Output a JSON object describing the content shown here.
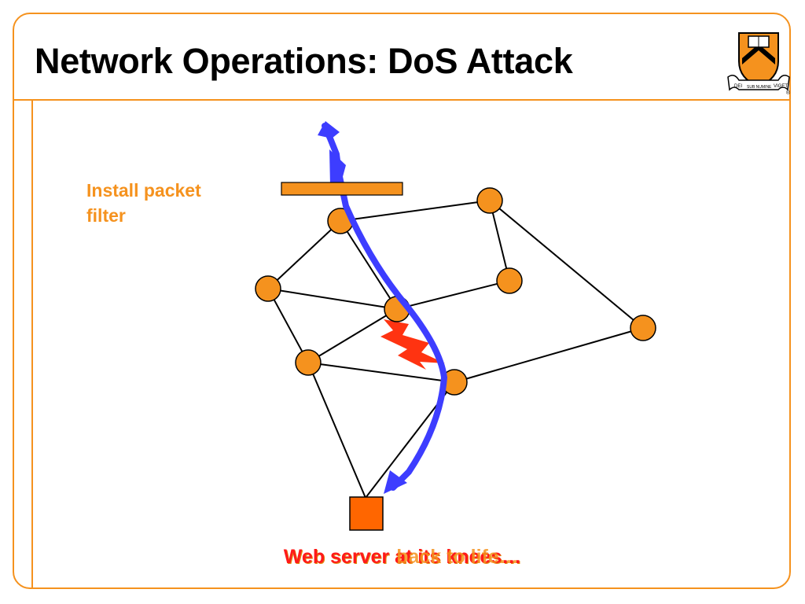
{
  "slide": {
    "title": "Network Operations: DoS Attack",
    "filter_label": "Install packet filter",
    "caption_main": "Web server at its knees…",
    "caption_overlay": "back to life…"
  },
  "colors": {
    "accent": "#f5921e",
    "node_fill": "#f5921e",
    "server_fill": "#ff6600",
    "traffic_arrow": "#3d3dff",
    "attack_bolt": "#ff3311",
    "caption_text": "#ff1a1a"
  },
  "logo": {
    "name": "university-shield-logo",
    "text_left": "DEI",
    "text_right": "SUB NUMINE",
    "text_far_right": "VIGET"
  },
  "network": {
    "nodes": [
      "n-top",
      "n-upper-right",
      "n-left",
      "n-center",
      "n-right-mid",
      "n-far-right",
      "n-lower-left",
      "n-lower-center"
    ],
    "server": "web-server",
    "links": [
      [
        "n-top",
        "n-upper-right"
      ],
      [
        "n-top",
        "n-left"
      ],
      [
        "n-top",
        "n-center"
      ],
      [
        "n-upper-right",
        "n-right-mid"
      ],
      [
        "n-upper-right",
        "n-far-right"
      ],
      [
        "n-left",
        "n-center"
      ],
      [
        "n-left",
        "n-lower-left"
      ],
      [
        "n-center",
        "n-right-mid"
      ],
      [
        "n-center",
        "n-lower-left"
      ],
      [
        "n-far-right",
        "n-lower-center"
      ],
      [
        "n-lower-left",
        "n-lower-center"
      ],
      [
        "n-lower-left",
        "web-server"
      ],
      [
        "n-lower-center",
        "web-server"
      ]
    ]
  }
}
